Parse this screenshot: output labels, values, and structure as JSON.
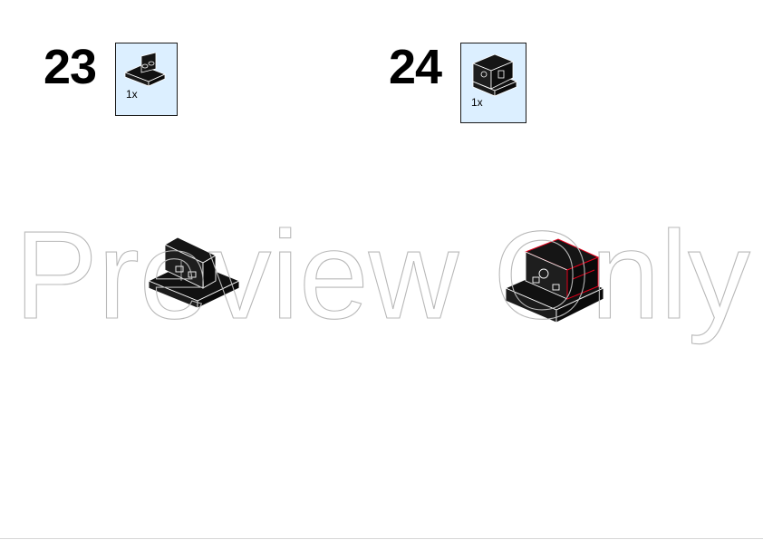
{
  "steps": [
    {
      "number": "23",
      "parts": [
        {
          "quantity": "1x",
          "icon": "bracket-plate-1x2-icon",
          "color": "#111111"
        }
      ]
    },
    {
      "number": "24",
      "parts": [
        {
          "quantity": "1x",
          "icon": "hinge-plate-1x2-icon",
          "color": "#111111"
        }
      ]
    }
  ],
  "watermark": "Preview Only",
  "colors": {
    "parts_box_background": "#dcefff",
    "brick_black": "#111111",
    "highlight_red": "#e3001b"
  }
}
